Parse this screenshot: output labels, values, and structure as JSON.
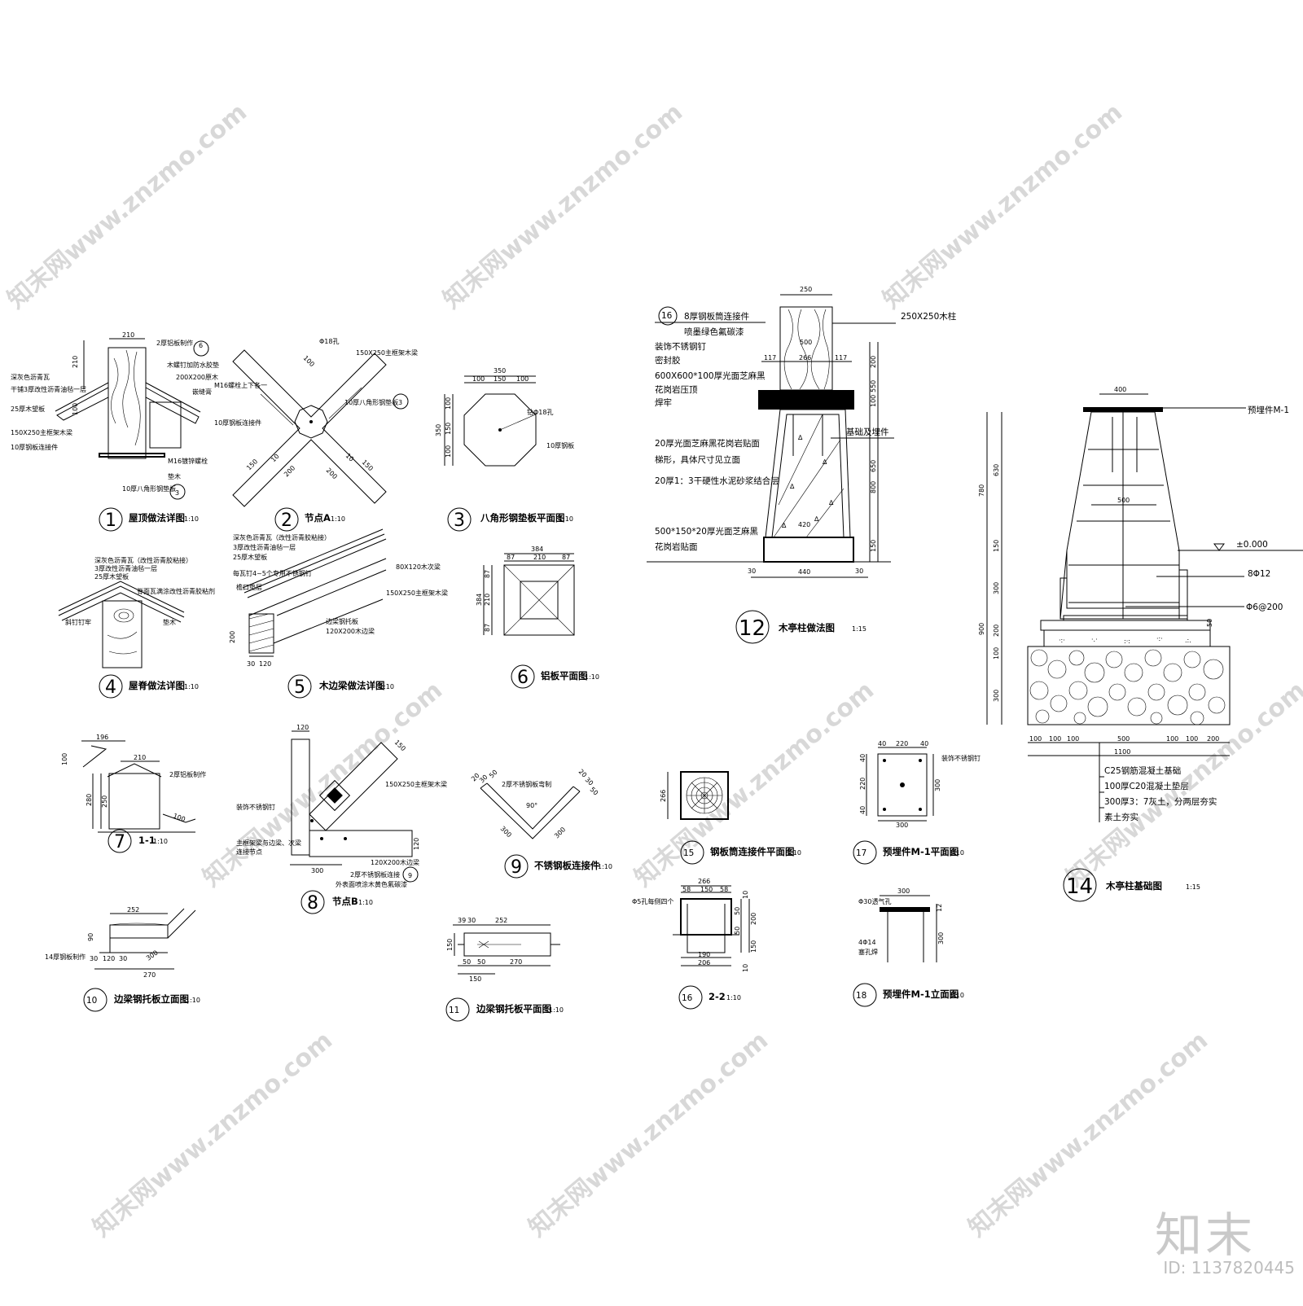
{
  "watermark": {
    "text": "知末网www.znzmo.com",
    "brand": "知末",
    "id_label": "ID: 1137820445"
  },
  "details": [
    {
      "num": "1",
      "title": "屋顶做法详图",
      "scale": "1:10"
    },
    {
      "num": "2",
      "title": "节点A",
      "scale": "1:10"
    },
    {
      "num": "3",
      "title": "八角形钢垫板平面图",
      "scale": "1:10"
    },
    {
      "num": "4",
      "title": "屋脊做法详图",
      "scale": "1:10"
    },
    {
      "num": "5",
      "title": "木边梁做法详图",
      "scale": "1:10"
    },
    {
      "num": "6",
      "title": "铝板平面图",
      "scale": "1:10"
    },
    {
      "num": "7",
      "title": "1-1",
      "scale": "1:10"
    },
    {
      "num": "8",
      "title": "节点B",
      "scale": "1:10"
    },
    {
      "num": "9",
      "title": "不锈钢板连接件",
      "scale": "1:10"
    },
    {
      "num": "10",
      "title": "边梁钢托板立面图",
      "scale": "1:10"
    },
    {
      "num": "11",
      "title": "边梁钢托板平面图",
      "scale": "1:10"
    },
    {
      "num": "12",
      "title": "木亭柱做法图",
      "scale": "1:15"
    },
    {
      "num": "14",
      "title": "木亭柱基础图",
      "scale": "1:15"
    },
    {
      "num": "15",
      "title": "钢板筒连接件平面图",
      "scale": "1:10"
    },
    {
      "num": "16",
      "title": "2-2",
      "scale": "1:10"
    },
    {
      "num": "17",
      "title": "预埋件M-1平面图",
      "scale": "1:10"
    },
    {
      "num": "18",
      "title": "预埋件M-1立面图",
      "scale": "1:10"
    }
  ],
  "d1": {
    "labels": [
      "2厚铝板制作",
      "木螺钉加防水胶垫",
      "200X200原木",
      "嵌缝膏",
      "深灰色沥青瓦",
      "干铺3厚改性沥青油毡一层",
      "25厚木望板",
      "150X250主框架木梁",
      "10厚钢板连接件",
      "M16镀锌螺栓",
      "垫木",
      "10厚八角形钢垫板"
    ],
    "dims": [
      "210",
      "210",
      "100"
    ],
    "refs": [
      "6",
      "3"
    ]
  },
  "d2": {
    "labels": [
      "Φ18孔",
      "150X250主框架木梁",
      "M16螺栓上下各一",
      "10厚八角形钢垫板",
      "10厚钢板连接件"
    ],
    "dims": [
      "100",
      "150",
      "200",
      "200",
      "150",
      "10",
      "10"
    ],
    "ref": "3"
  },
  "d3": {
    "labels": [
      "钻Φ18孔",
      "10厚钢板"
    ],
    "dims": [
      "350",
      "100",
      "150",
      "100",
      "350",
      "100",
      "150",
      "100"
    ]
  },
  "d4": {
    "labels": [
      "深灰色沥青瓦（改性沥青胶粘接）",
      "3厚改性沥青油毡一层",
      "25厚木望板",
      "脊面瓦满涂改性沥青胶粘剂",
      "斜钉钉牢",
      "垫木"
    ]
  },
  "d5": {
    "labels": [
      "深灰色沥青瓦（改性沥青胶粘接）",
      "3厚改性沥青油毡一层",
      "25厚木望板",
      "每瓦钉4~5个专用不锈钢钉",
      "檐口垫层",
      "80X120木次梁",
      "150X250主框架木梁",
      "边梁钢托板",
      "120X200木边梁"
    ],
    "dims": [
      "200",
      "30",
      "120"
    ]
  },
  "d6": {
    "dims": [
      "384",
      "87",
      "210",
      "87",
      "384",
      "87",
      "210",
      "87"
    ]
  },
  "d7": {
    "labels": [
      "2厚铝板制作"
    ],
    "dims": [
      "196",
      "100",
      "210",
      "280",
      "250",
      "100"
    ]
  },
  "d8": {
    "labels": [
      "150X250主框架木梁",
      "装饰不锈钢钉",
      "主框架梁与边梁、次梁",
      "连接节点",
      "120X200木边梁",
      "2厚不锈钢板连接",
      "外表面喷涂木黄色氟碳漆"
    ],
    "dims": [
      "120",
      "150",
      "300",
      "120"
    ],
    "ref": "9"
  },
  "d9": {
    "labels": [
      "2厚不锈钢板弯制",
      "90°"
    ],
    "dims": [
      "300",
      "300",
      "20",
      "30",
      "50",
      "20",
      "30",
      "50"
    ]
  },
  "d10": {
    "labels": [
      "14厚钢板制作"
    ],
    "dims": [
      "252",
      "90",
      "300",
      "30",
      "120",
      "30",
      "270"
    ]
  },
  "d11": {
    "dims": [
      "39",
      "30",
      "252",
      "150",
      "50",
      "270",
      "50",
      "150"
    ]
  },
  "d12": {
    "labels": [
      "8厚钢板筒连接件",
      "喷墨绿色氟碳漆",
      "装饰不锈钢钉",
      "密封胶",
      "600X600*100厚光面芝麻黑",
      "花岗岩压顶",
      "焊牢",
      "20厚光面芝麻黑花岗岩贴面",
      "梯形，具体尺寸见立面",
      "20厚1：3干硬性水泥砂浆结合层",
      "500*150*20厚光面芝麻黑",
      "花岗岩贴面",
      "250X250木柱",
      "基础及埋件"
    ],
    "dims": [
      "250",
      "500",
      "117",
      "266",
      "117",
      "200",
      "550",
      "100",
      "650",
      "800",
      "150",
      "420",
      "30",
      "440",
      "30"
    ],
    "ref": "16"
  },
  "d14": {
    "labels": [
      "预埋件M-1",
      "±0.000",
      "8Φ12",
      "Φ6@200",
      "C25钢筋混凝土基础",
      "100厚C20混凝土垫层",
      "300厚3：7灰土，分两层夯实",
      "素土夯实"
    ],
    "dims": [
      "400",
      "500",
      "780",
      "630",
      "150",
      "300",
      "200",
      "900",
      "100",
      "300",
      "50",
      "100",
      "100",
      "100",
      "500",
      "100",
      "100",
      "200",
      "1100"
    ]
  },
  "d15": {
    "dims": [
      "266"
    ]
  },
  "d16": {
    "labels": [
      "Φ5孔每侧四个"
    ],
    "dims": [
      "266",
      "58",
      "150",
      "58",
      "190",
      "206",
      "10",
      "50",
      "200",
      "50",
      "150",
      "10"
    ]
  },
  "d17": {
    "labels": [
      "装饰不锈钢钉"
    ],
    "dims": [
      "40",
      "220",
      "40",
      "300",
      "40",
      "220",
      "40",
      "300"
    ]
  },
  "d18": {
    "labels": [
      "Φ30透气孔",
      "4Φ14",
      "塞孔焊"
    ],
    "dims": [
      "300",
      "12",
      "300"
    ]
  }
}
